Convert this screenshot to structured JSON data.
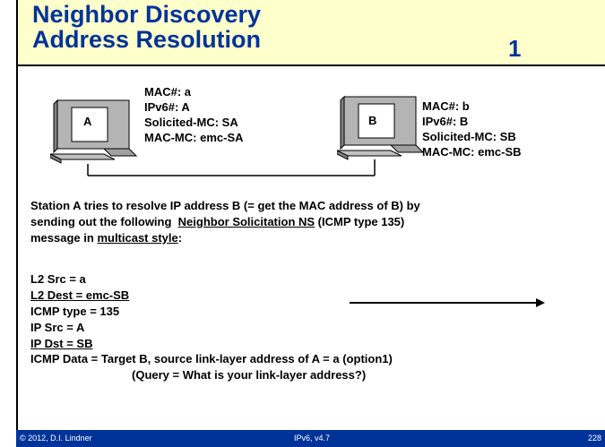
{
  "title": {
    "line1": "Neighbor Discovery",
    "line2": "Address Resolution",
    "slide_number": "1"
  },
  "stations": {
    "a": {
      "label": "A",
      "mac": "MAC#: a",
      "ipv6": "IPv6#:  A",
      "solicited": "Solicited-MC: SA",
      "macmc": "MAC-MC: emc-SA"
    },
    "b": {
      "label": "B",
      "mac": "MAC#: b",
      "ipv6": "IPv6#:  B",
      "solicited": "Solicited-MC: SB",
      "macmc": "MAC-MC: emc-SB"
    }
  },
  "description": {
    "line1": "Station A tries to resolve IP address B (= get the MAC address of B) by",
    "line2_pre": "sending out the following  ",
    "line2_link": "Neighbor Solicitation NS",
    "line2_post": " (ICMP type 135)",
    "line3_pre": "message in ",
    "line3_link": "multicast style",
    "line3_post": ":"
  },
  "packet": {
    "l2_src": "L2 Src = a",
    "l2_dest": "L2 Dest = emc-SB",
    "icmp_type": "ICMP type = 135",
    "ip_src": "IP Src = A",
    "ip_dst": "IP Dst = SB",
    "icmp_data": "ICMP Data = Target B, source link-layer address of A = a (option1)",
    "query": "(Query = What is your link-layer address?)"
  },
  "footer": {
    "copyright": "© 2012, D.I. Lindner",
    "version": "IPv6, v4.7",
    "page": "228"
  },
  "colors": {
    "title": "#003399",
    "header_bg": "#ffffcc",
    "footer_bg": "#003399"
  }
}
